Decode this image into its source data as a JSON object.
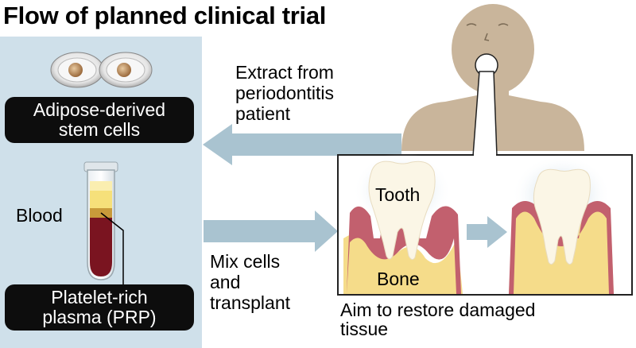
{
  "title": "Flow of planned clinical trial",
  "left_panel": {
    "stem_cells_label_line1": "Adipose-derived",
    "stem_cells_label_line2": "stem cells",
    "blood_label": "Blood",
    "prp_label_line1": "Platelet-rich",
    "prp_label_line2": "plasma (PRP)"
  },
  "arrows": {
    "extract_line1": "Extract from",
    "extract_line2": "periodontitis",
    "extract_line3": "patient",
    "mix_line1": "Mix cells",
    "mix_line2": "and",
    "mix_line3": "transplant"
  },
  "teeth_panel": {
    "tooth_label": "Tooth",
    "bone_label": "Bone",
    "caption_line1": "Aim to restore damaged",
    "caption_line2": "tissue"
  },
  "colors": {
    "panel_bg": "#cfe0ea",
    "arrow": "#a9c3d0",
    "skin": "#c9b59b",
    "gum": "#c2606e",
    "bone": "#f5dc8a",
    "tooth": "#fbf6e6",
    "blood_dark": "#7a1420",
    "plasma": "#f3d24a"
  }
}
